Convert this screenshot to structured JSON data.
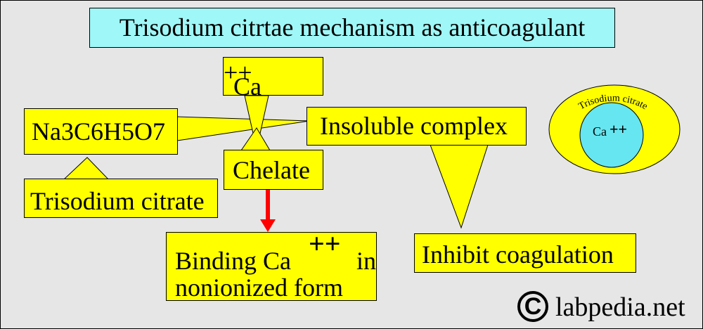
{
  "title": "Trisodium citrtae mechanism as anticoagulant",
  "nodes": {
    "calcium": {
      "base": "Ca",
      "charge": "++"
    },
    "formula": "Na3C6H5O7",
    "insoluble_complex": "Insoluble complex",
    "chelate": "Chelate",
    "trisodium_citrate": "Trisodium citrate",
    "binding": {
      "prefix": "Binding Ca",
      "charge": "++",
      "suffix": "in",
      "line2": "nonionized form"
    },
    "inhibit": "Inhibit coagulation"
  },
  "inset": {
    "outer_label": "Trisodium citrate",
    "inner_base": "Ca",
    "inner_charge": "++"
  },
  "credit": {
    "symbol": "C",
    "site": "labpedia.net"
  },
  "colors": {
    "background": "#e6e6e6",
    "title_fill": "#9ff7f7",
    "box_fill": "#ffff00",
    "inner_circle": "#66e6f0",
    "arrow": "#ff0000"
  }
}
